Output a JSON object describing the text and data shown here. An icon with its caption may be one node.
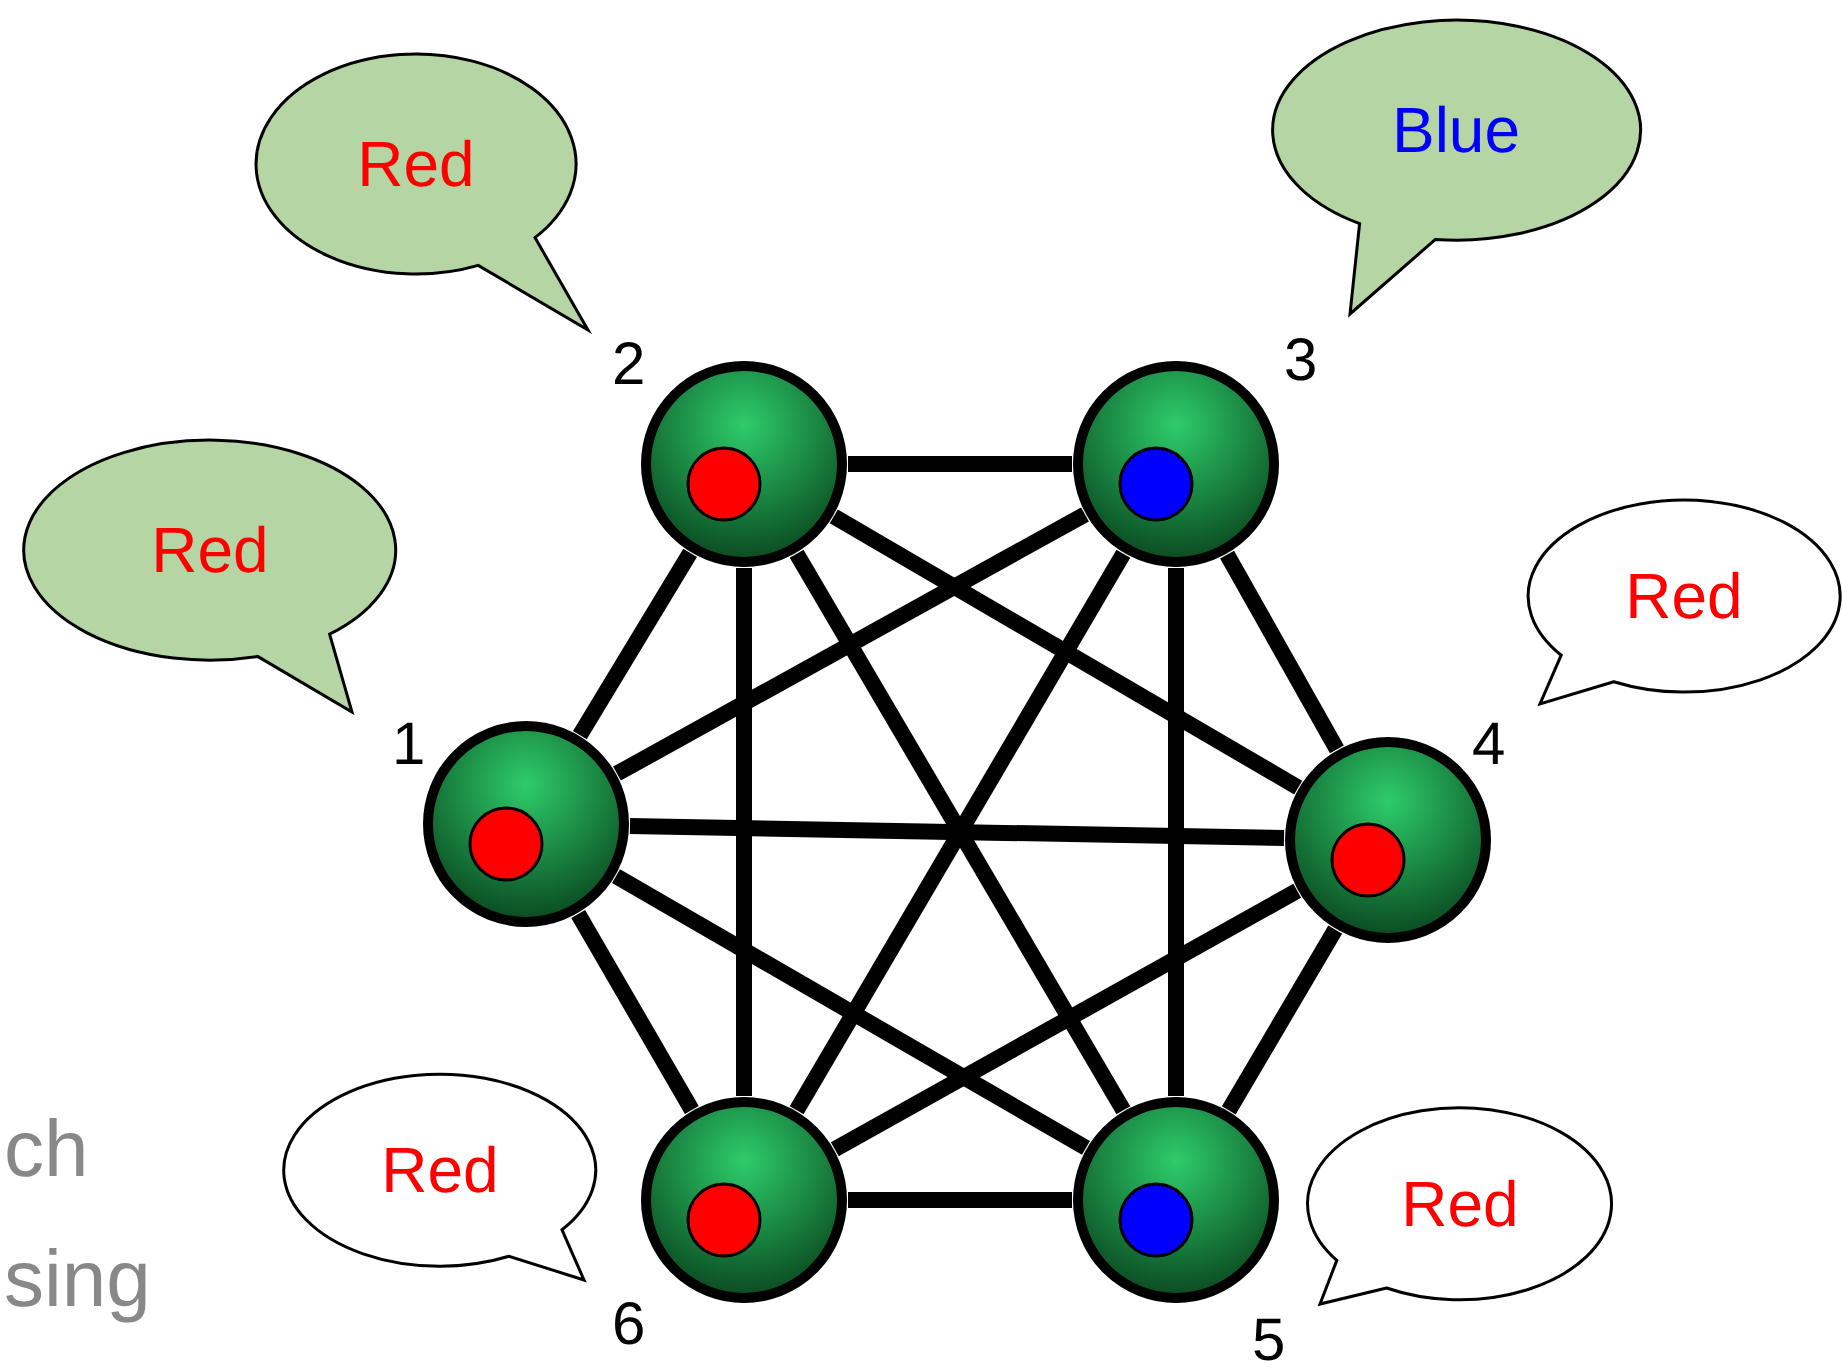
{
  "diagram": {
    "nodes": [
      {
        "text": [],
        "shape": "circle",
        "beside": [
          "1"
        ]
      },
      {
        "text": [],
        "shape": "circle",
        "beside": [
          "2"
        ]
      },
      {
        "text": [],
        "shape": "circle",
        "beside": [
          "3"
        ]
      },
      {
        "text": [],
        "shape": "circle",
        "beside": [
          "4"
        ]
      },
      {
        "text": [],
        "shape": "circle",
        "beside": [
          "5"
        ]
      },
      {
        "text": [],
        "shape": "circle",
        "beside": [
          "6"
        ]
      },
      {
        "text": [
          "Red"
        ]
      },
      {
        "text": [
          "Red"
        ]
      },
      {
        "text": [
          "Blue"
        ]
      },
      {
        "text": [
          "Red"
        ]
      },
      {
        "text": [
          "Red"
        ]
      },
      {
        "text": [
          "Red"
        ]
      }
    ],
    "edges": [
      {
        "from": 0,
        "to": 1,
        "arrow": "none"
      },
      {
        "from": 0,
        "to": 2,
        "arrow": "none"
      },
      {
        "from": 0,
        "to": 3,
        "arrow": "none"
      },
      {
        "from": 0,
        "to": 4,
        "arrow": "none"
      },
      {
        "from": 0,
        "to": 5,
        "arrow": "none"
      },
      {
        "from": 1,
        "to": 2,
        "arrow": "none"
      },
      {
        "from": 1,
        "to": 3,
        "arrow": "none"
      },
      {
        "from": 1,
        "to": 4,
        "arrow": "none"
      },
      {
        "from": 1,
        "to": 5,
        "arrow": "none"
      },
      {
        "from": 2,
        "to": 3,
        "arrow": "none"
      },
      {
        "from": 2,
        "to": 4,
        "arrow": "none"
      },
      {
        "from": 2,
        "to": 5,
        "arrow": "none"
      },
      {
        "from": 3,
        "to": 4,
        "arrow": "none"
      },
      {
        "from": 3,
        "to": 5,
        "arrow": "none"
      },
      {
        "from": 4,
        "to": 5,
        "arrow": "none"
      }
    ],
    "labels": [
      "ch",
      "sing"
    ]
  }
}
